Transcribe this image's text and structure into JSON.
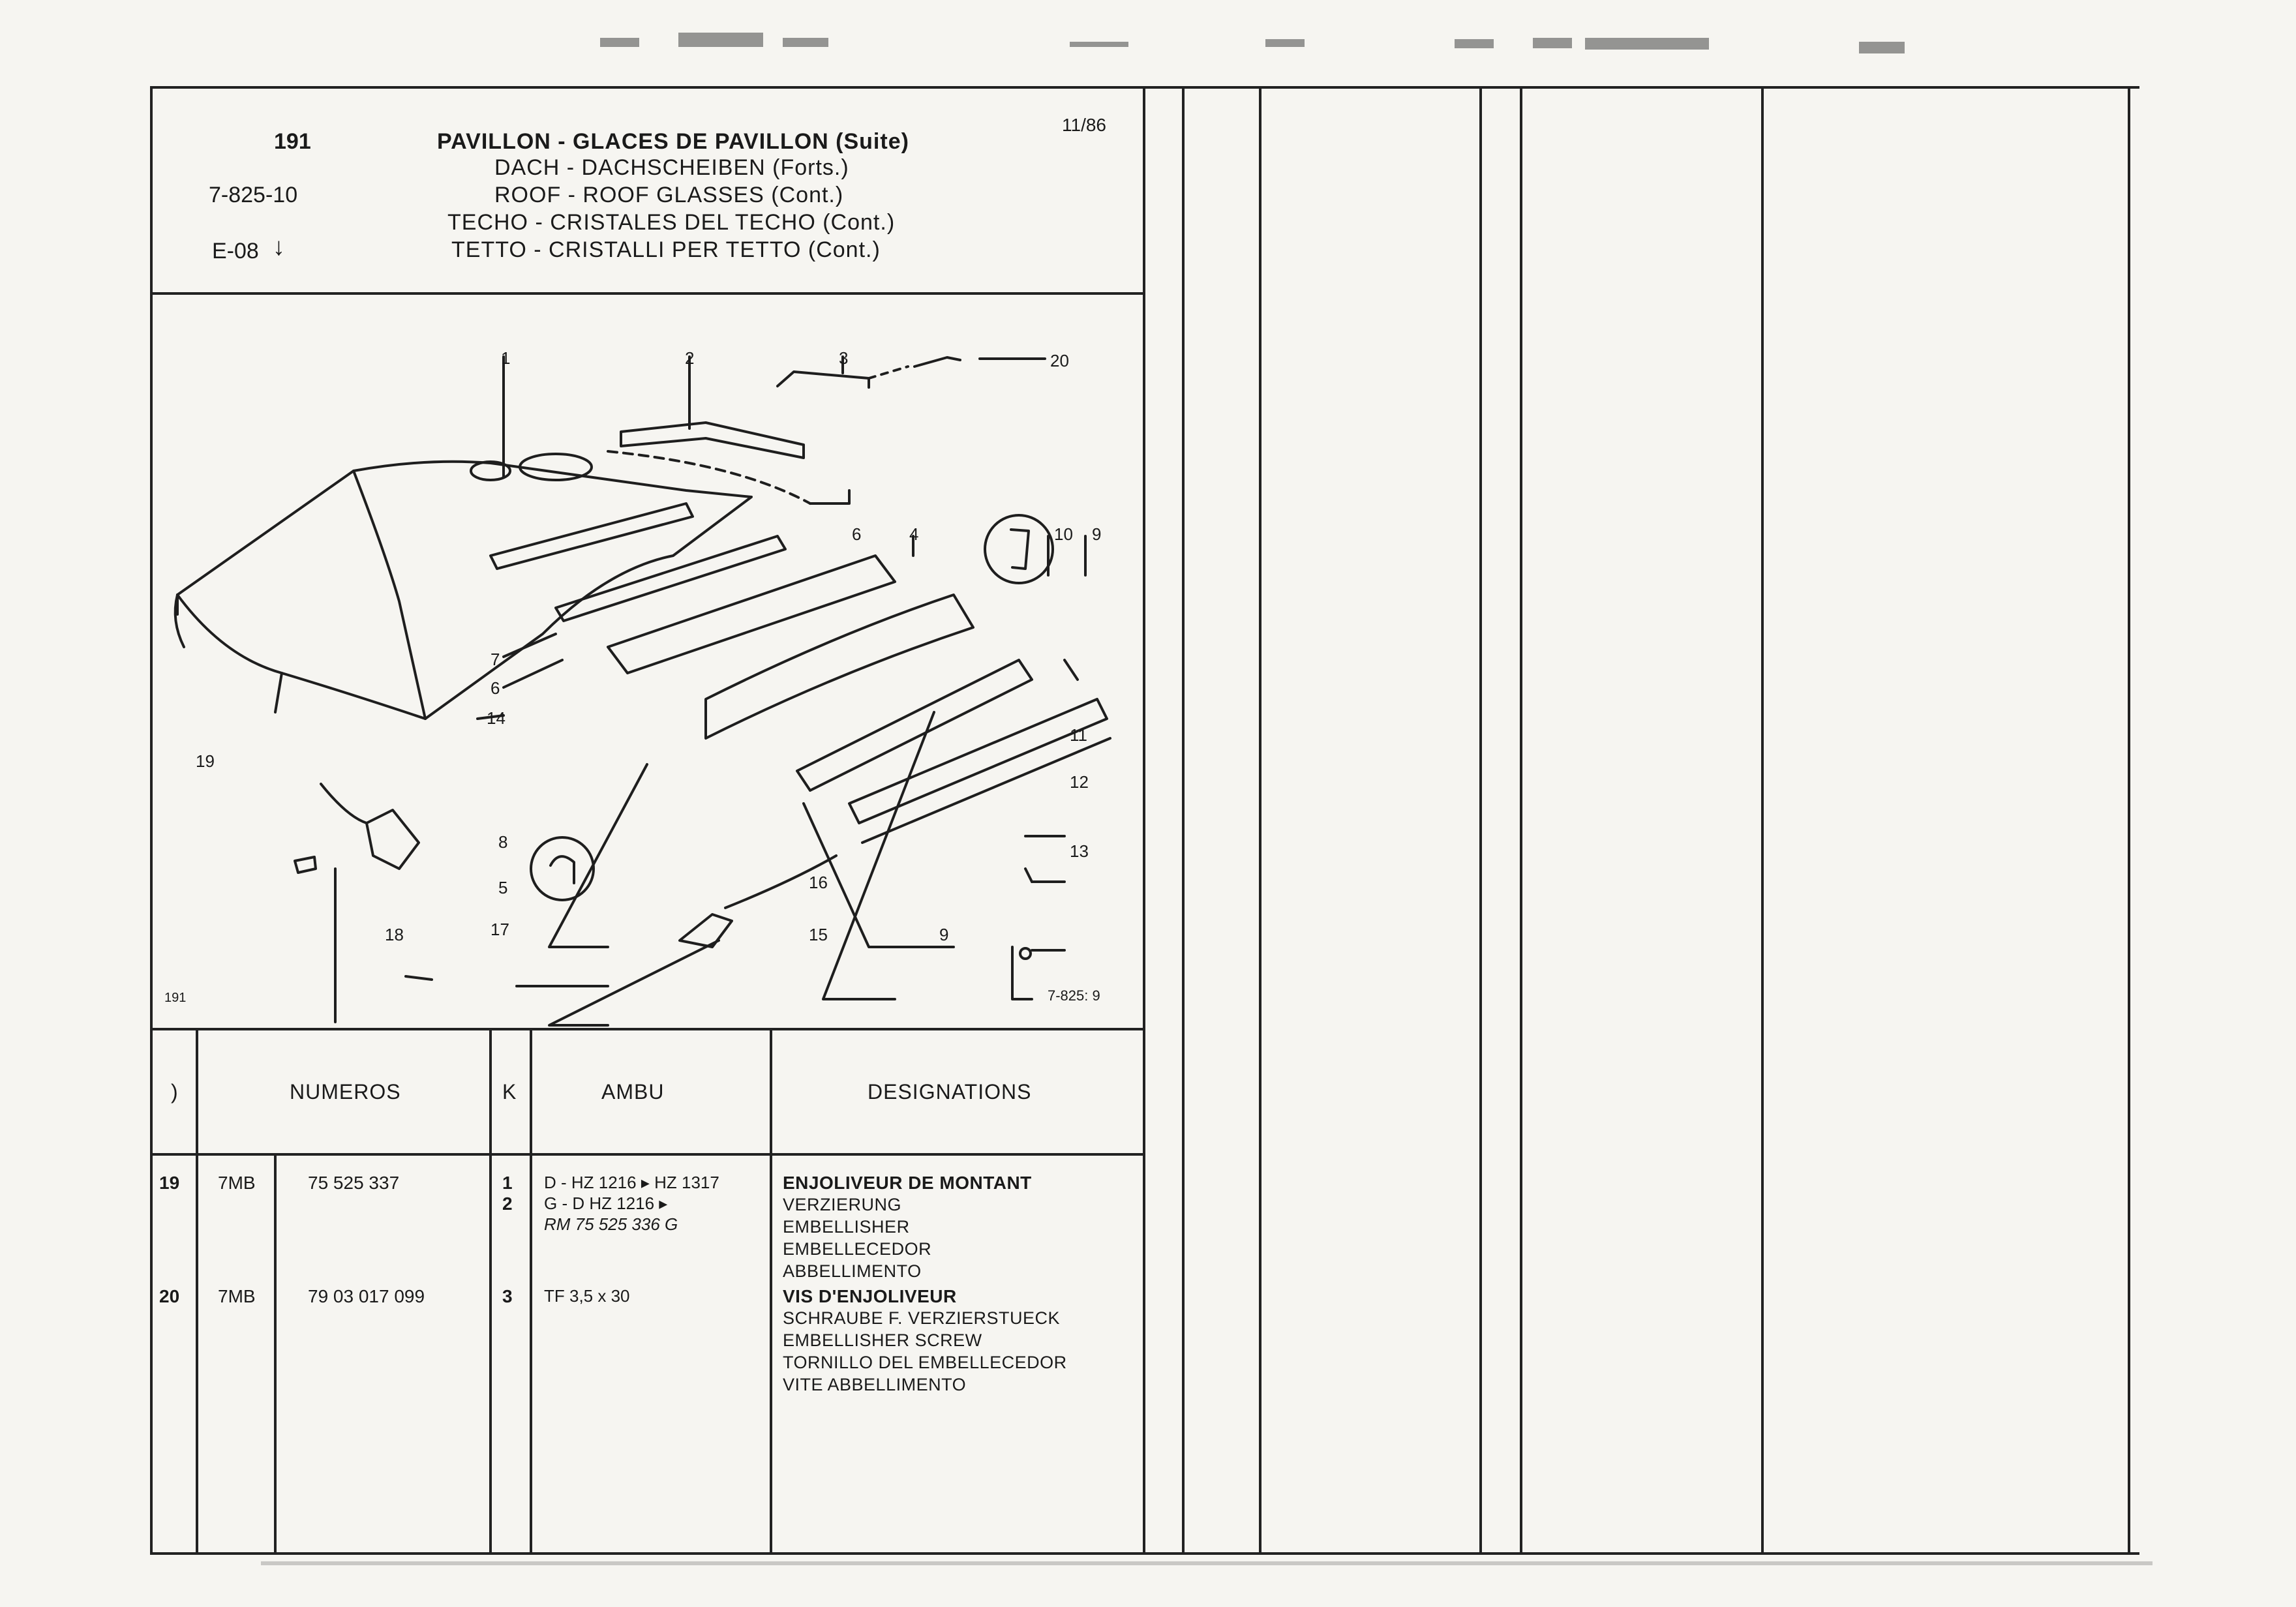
{
  "header": {
    "page_number": "191",
    "ref_code": "7-825-10",
    "edition": "E-08",
    "date": "11/86",
    "titles": [
      "PAVILLON - GLACES DE PAVILLON (Suite)",
      "DACH - DACHSCHEIBEN (Forts.)",
      "ROOF - ROOF GLASSES (Cont.)",
      "TECHO - CRISTALES DEL TECHO (Cont.)",
      "TETTO - CRISTALLI PER TETTO (Cont.)"
    ]
  },
  "figure": {
    "page_label": "191",
    "figure_ref": "7-825: 9",
    "callouts": [
      "1",
      "2",
      "3",
      "20",
      "6",
      "4",
      "10",
      "9",
      "7",
      "6",
      "14",
      "11",
      "12",
      "13",
      "19",
      "8",
      "5",
      "17",
      "16",
      "15",
      "9",
      "18"
    ]
  },
  "table": {
    "headers": {
      "index": ")",
      "numeros": "NUMEROS",
      "k": "K",
      "ambu": "AMBU",
      "designations": "DESIGNATIONS"
    },
    "rows": [
      {
        "ref": "19",
        "model": "7MB",
        "number": "75 525 337",
        "k": [
          "1",
          "2"
        ],
        "ambu": [
          "D - HZ 1216 ▸ HZ 1317",
          "G - D        HZ 1216 ▸",
          "RM 75 525 336  G"
        ],
        "designations": [
          "ENJOLIVEUR DE MONTANT",
          "VERZIERUNG",
          "EMBELLISHER",
          "EMBELLECEDOR",
          "ABBELLIMENTO"
        ]
      },
      {
        "ref": "20",
        "model": "7MB",
        "number": "79 03 017 099",
        "k": [
          "3"
        ],
        "ambu": [
          "TF 3,5 x 30"
        ],
        "designations": [
          "VIS D'ENJOLIVEUR",
          "SCHRAUBE F. VERZIERSTUECK",
          "EMBELLISHER SCREW",
          "TORNILLO DEL EMBELLECEDOR",
          "VITE ABBELLIMENTO"
        ]
      }
    ]
  }
}
